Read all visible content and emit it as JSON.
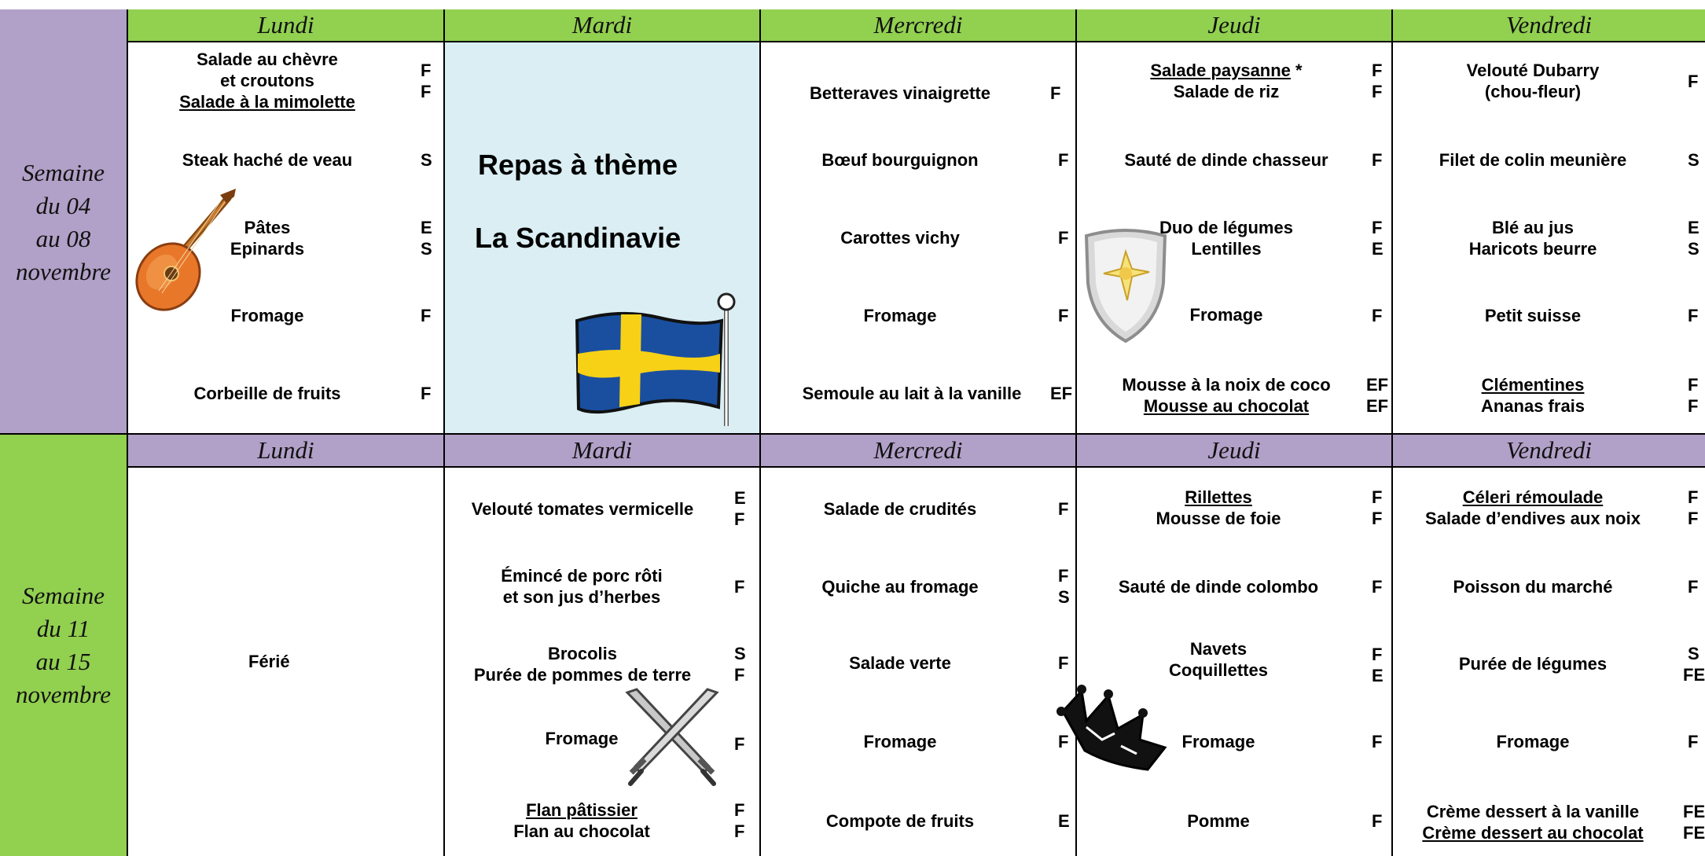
{
  "colors": {
    "green": "#92d050",
    "purple": "#b1a0c7",
    "theme_bg": "#daeef3"
  },
  "days": [
    "Lundi",
    "Mardi",
    "Mercredi",
    "Jeudi",
    "Vendredi"
  ],
  "week1": {
    "label": [
      "Semaine",
      "du 04",
      "au 08",
      "novembre"
    ],
    "theme_line1": "Repas à thème",
    "theme_line2": "La Scandinavie",
    "lundi": {
      "entree": [
        "Salade au chèvre",
        "et croutons",
        "Salade à la mimolette"
      ],
      "entree_codes": [
        "F",
        "F"
      ],
      "plat": "Steak haché de veau",
      "plat_code": "S",
      "legumes": [
        "Pâtes",
        "Epinards"
      ],
      "legumes_codes": [
        "E",
        "S"
      ],
      "fromage": "Fromage",
      "fromage_code": "F",
      "dessert": "Corbeille de fruits",
      "dessert_code": "F"
    },
    "mercredi": {
      "entree": "Betteraves vinaigrette",
      "entree_code": "F",
      "plat": "Bœuf bourguignon",
      "plat_code": "F",
      "legumes": "Carottes vichy",
      "legumes_code": "F",
      "fromage": "Fromage",
      "fromage_code": "F",
      "dessert": "Semoule au lait à la vanille",
      "dessert_code": "EF"
    },
    "jeudi": {
      "entree": [
        "Salade paysanne",
        "*",
        "Salade de riz"
      ],
      "entree_codes": [
        "F",
        "F"
      ],
      "plat": "Sauté de dinde chasseur",
      "plat_code": "F",
      "legumes": [
        "Duo de légumes",
        "Lentilles"
      ],
      "legumes_codes": [
        "F",
        "E"
      ],
      "fromage": "Fromage",
      "fromage_code": "F",
      "dessert": [
        "Mousse à la noix de coco",
        "Mousse au chocolat"
      ],
      "dessert_codes": [
        "EF",
        "EF"
      ]
    },
    "vendredi": {
      "entree": [
        "Velouté Dubarry",
        "(chou-fleur)"
      ],
      "entree_code": "F",
      "plat": "Filet de colin meunière",
      "plat_code": "S",
      "legumes": [
        "Blé au jus",
        "Haricots beurre"
      ],
      "legumes_codes": [
        "E",
        "S"
      ],
      "fromage": "Petit suisse",
      "fromage_code": "F",
      "dessert": [
        "Clémentines",
        "Ananas frais"
      ],
      "dessert_codes": [
        "F",
        "F"
      ]
    }
  },
  "week2": {
    "label": [
      "Semaine",
      "du 11",
      "au 15",
      "novembre"
    ],
    "lundi": "Férié",
    "mardi": {
      "entree": "Velouté tomates vermicelle",
      "entree_codes": [
        "E",
        "F"
      ],
      "plat": [
        "Émincé de porc rôti",
        "et son jus d’herbes"
      ],
      "plat_code": "F",
      "legumes": [
        "Brocolis",
        "Purée de pommes de terre"
      ],
      "legumes_codes": [
        "S",
        "F"
      ],
      "fromage": "Fromage",
      "fromage_code": "F",
      "dessert": [
        "Flan pâtissier",
        "Flan au chocolat"
      ],
      "dessert_codes": [
        "F",
        "F"
      ]
    },
    "mercredi": {
      "entree": "Salade de crudités",
      "entree_code": "F",
      "plat": "Quiche au fromage",
      "plat_codes": [
        "F",
        "S"
      ],
      "legumes": "Salade verte",
      "legumes_code": "F",
      "fromage": "Fromage",
      "fromage_code": "F",
      "dessert": "Compote de fruits",
      "dessert_code": "E"
    },
    "jeudi": {
      "entree": [
        "Rillettes",
        "Mousse de foie"
      ],
      "entree_codes": [
        "F",
        "F"
      ],
      "plat": "Sauté de dinde colombo",
      "plat_code": "F",
      "legumes": [
        "Navets",
        "Coquillettes"
      ],
      "legumes_codes": [
        "F",
        "E"
      ],
      "fromage": "Fromage",
      "fromage_code": "F",
      "dessert": "Pomme",
      "dessert_code": "F"
    },
    "vendredi": {
      "entree": [
        "Céleri rémoulade",
        "Salade d’endives aux noix"
      ],
      "entree_codes": [
        "F",
        "F"
      ],
      "plat": "Poisson du marché",
      "plat_code": "F",
      "legumes": "Purée de légumes",
      "legumes_codes": [
        "S",
        "FE"
      ],
      "fromage": "Fromage",
      "fromage_code": "F",
      "dessert": [
        "Crème dessert à la vanille",
        "Crème dessert au chocolat"
      ],
      "dessert_codes": [
        "FE",
        "FE"
      ]
    }
  },
  "icons": [
    "lute-icon",
    "swedish-flag-icon",
    "shield-icon",
    "crossed-swords-icon",
    "crown-icon"
  ]
}
